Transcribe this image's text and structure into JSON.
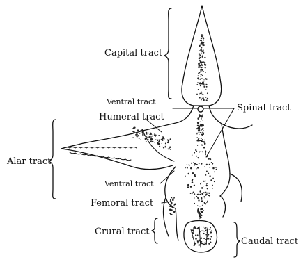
{
  "diagram": {
    "labels": {
      "capital": "Capital tract",
      "ventral_upper": "Ventral tract",
      "spinal": "Spinal tract",
      "humeral": "Humeral tract",
      "alar": "Alar tract",
      "ventral_lower": "Ventral tract",
      "femoral": "Femoral tract",
      "crural": "Crural tract",
      "caudal": "Caudal tract"
    }
  }
}
